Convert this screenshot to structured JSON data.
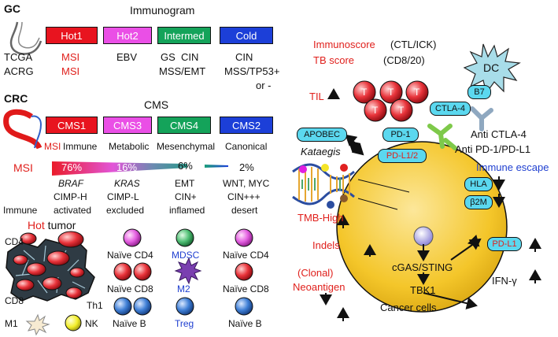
{
  "colors": {
    "hot1": "#e8141f",
    "hot2": "#ea4fe6",
    "intermed": "#14a35a",
    "cold": "#1c3fd8",
    "accent_red": "#e0201c",
    "accent_blue": "#1f3fd0",
    "tag": "#5bd8ef",
    "cancer_cell": "#f6cc2f"
  },
  "gc": {
    "section_label": "GC",
    "title": "Immunogram",
    "boxes": [
      "Hot1",
      "Hot2",
      "Intermed",
      "Cold"
    ],
    "row_labels": [
      "TCGA",
      "ACRG"
    ],
    "hot1_values": [
      "MSI",
      "MSI"
    ],
    "hot2_value": "EBV",
    "intermed_values": [
      "GS  CIN",
      "MSS/EMT"
    ],
    "cold_values": [
      "CIN",
      "MSS/TP53+",
      "or -"
    ]
  },
  "crc": {
    "section_label": "CRC",
    "title": "CMS",
    "boxes": [
      "CMS1",
      "CMS3",
      "CMS4",
      "CMS2"
    ],
    "subtypes": [
      "Immune",
      "Metabolic",
      "Mesenchymal",
      "Canonical"
    ],
    "msi_prefix": "MSI",
    "msi_label": "MSI",
    "msi_percents": [
      "76%",
      "16%",
      "6%",
      "2%"
    ],
    "genes": [
      "BRAF",
      "KRAS",
      "EMT",
      "WNT, MYC"
    ],
    "cimp": [
      "CIMP-H",
      "CIMP-L",
      "CIN+",
      "CIN+++"
    ],
    "states": [
      "activated",
      "excluded",
      "inflamed",
      "desert"
    ],
    "immune_label": "Immune"
  },
  "cells": {
    "hot_tumor_prefix": "Hot",
    "hot_tumor_suffix": " tumor",
    "cd4": "CD4",
    "cd8": "CD8",
    "th1": "Th1",
    "m1": "M1",
    "nk": "NK",
    "col2": [
      "Naïve CD4",
      "Naïve CD8",
      "Naïve B"
    ],
    "col3": [
      "MDSC",
      "M2",
      "Treg"
    ],
    "col4": [
      "Naïve CD4",
      "Naïve CD8",
      "Naïve B"
    ]
  },
  "right": {
    "immunoscore": "Immunoscore",
    "immunoscore_detail": "(CTL/ICK)",
    "tb_score": "TB score",
    "tb_detail": "(CD8/20)",
    "til": "TIL",
    "t_cell": "T",
    "dc": "DC",
    "b7": "B7",
    "ctla4": "CTLA-4",
    "pd1": "PD-1",
    "pdl12": "PD-L1/2",
    "anti_ctla4": "Anti CTLA-4",
    "anti_pd1": "Anti PD-1/PD-L1",
    "apobec": "APOBEC",
    "kataegis": "Kataegis",
    "immune_escape": "Immune escape",
    "hla": "HLA",
    "b2m": "β2M",
    "tmb_high": "TMB-High",
    "indels": "Indels",
    "clonal": "(Clonal)",
    "neoantigen": "Neoantigen",
    "cgas": "cGAS/STING",
    "tbk1": "TBK1",
    "pdl1": "PD-L1",
    "ifn": "IFN-γ",
    "cancer_cells": "Cancer cells"
  }
}
